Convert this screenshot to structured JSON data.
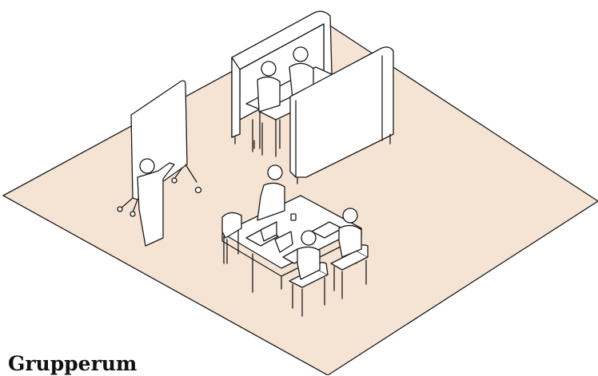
{
  "caption": "Grupperum",
  "colors": {
    "floor": "#f5e4d3",
    "line": "#1a1a1a",
    "caption": "#111111",
    "furniture": "#ffffff"
  },
  "illustration": {
    "elements": [
      "floor-plane",
      "privacy-booth",
      "mobile-whiteboard",
      "group-table",
      "chairs",
      "laptops",
      "people"
    ]
  }
}
